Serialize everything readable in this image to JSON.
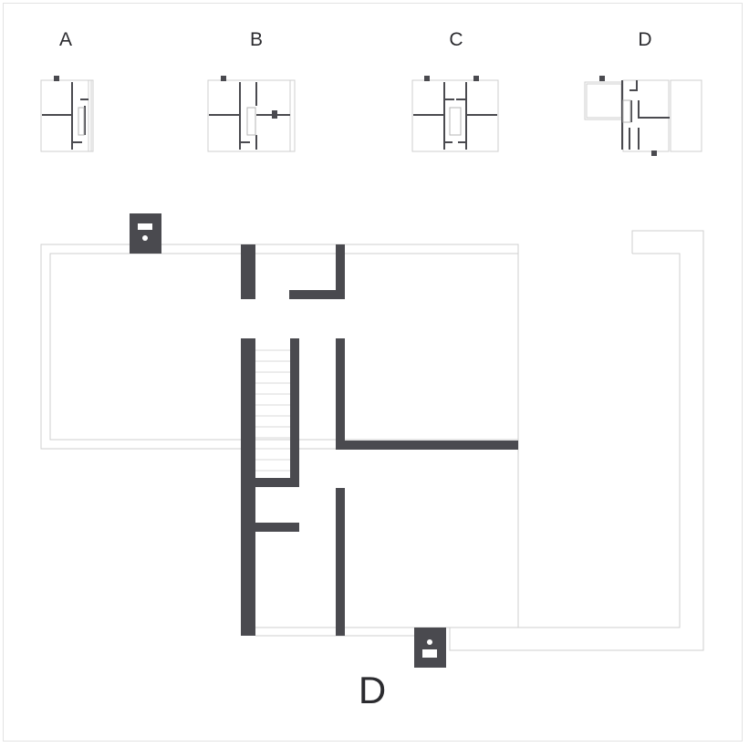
{
  "thumbnails": [
    {
      "id": "a",
      "label": "A"
    },
    {
      "id": "b",
      "label": "B"
    },
    {
      "id": "c",
      "label": "C"
    },
    {
      "id": "d",
      "label": "D"
    }
  ],
  "main_plan": {
    "label": "D"
  },
  "colors": {
    "wall": "#4a4a4f",
    "outline": "#cfcfcf",
    "background": "#ffffff"
  }
}
